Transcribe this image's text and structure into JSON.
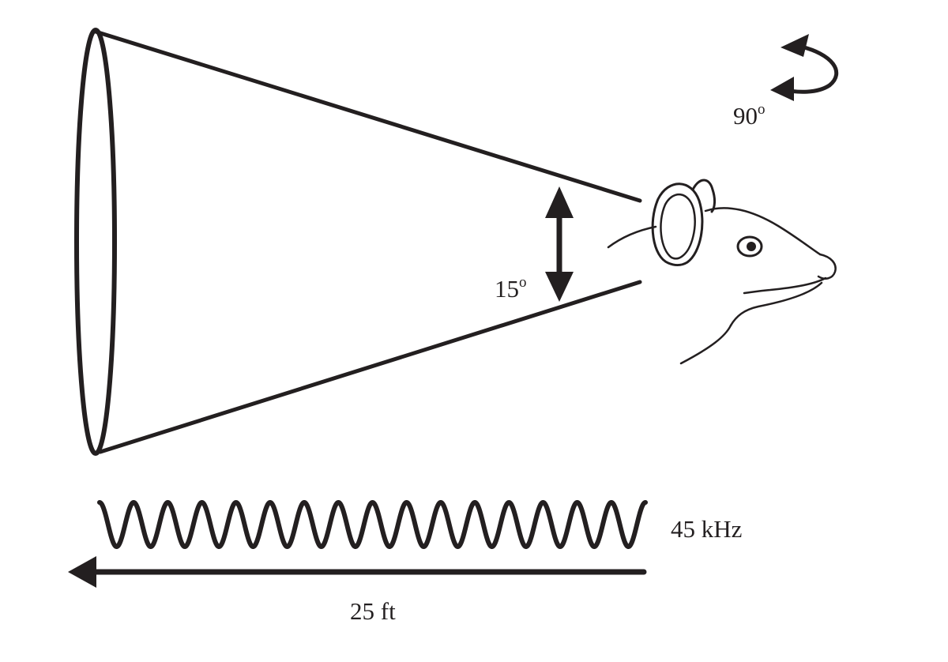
{
  "labels": {
    "rotation": "90",
    "rotation_unit": "o",
    "vertical_angle": "15",
    "vertical_angle_unit": "o",
    "frequency": "45 kHz",
    "distance": "25 ft"
  },
  "colors": {
    "ink": "#231f20",
    "background": "#ffffff"
  },
  "icons": {
    "rotation": "curved-double-arrow-icon",
    "vertical_angle": "vertical-double-arrow-icon",
    "distance": "left-arrow-icon",
    "animal": "bat-head-icon"
  }
}
